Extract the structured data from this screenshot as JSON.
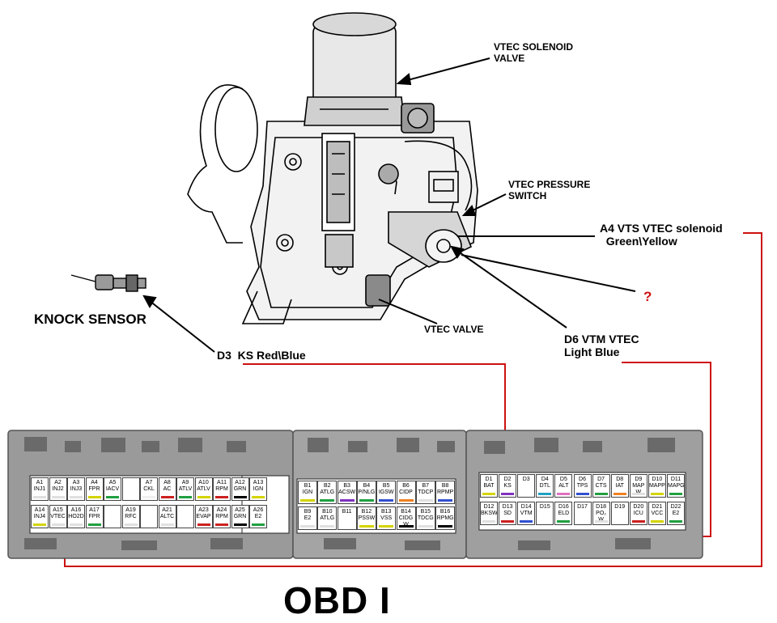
{
  "labels": {
    "vtec_solenoid_valve": "VTEC SOLENOID\nVALVE",
    "vtec_pressure_switch": "VTEC PRESSURE\nSWITCH",
    "knock_sensor": "KNOCK SENSOR",
    "vtec_valve": "VTEC VALVE",
    "a4_vts": "A4 VTS VTEC solenoid\n  Green\\Yellow",
    "question_mark": "?",
    "d6_vtm": "D6 VTM VTEC\nLight Blue",
    "d3_ks": "D3  KS Red\\Blue",
    "obd": "OBD I"
  },
  "colors": {
    "wire_line": "#cc1111",
    "connector_shell": "#9a9a9a",
    "question": "#d01010"
  },
  "connectors": {
    "A": [
      {
        "id": "A1",
        "name": "INJ1",
        "color": "#e0e0e0"
      },
      {
        "id": "A2",
        "name": "INJ2",
        "color": "#e0e0e0"
      },
      {
        "id": "A3",
        "name": "INJ3",
        "color": "#e0e0e0"
      },
      {
        "id": "A4",
        "name": "FPR",
        "color": "#d4d400"
      },
      {
        "id": "A5",
        "name": "IACV",
        "color": "#20a040"
      },
      {
        "id": "",
        "name": "",
        "color": ""
      },
      {
        "id": "A7",
        "name": "CKL",
        "color": "#f0f0f0"
      },
      {
        "id": "A8",
        "name": "AC",
        "color": "#cc2020"
      },
      {
        "id": "A9",
        "name": "ATLV",
        "color": "#20a040"
      },
      {
        "id": "A10",
        "name": "ATLV",
        "color": "#d4d400"
      },
      {
        "id": "A11",
        "name": "RPM",
        "color": "#cc2020"
      },
      {
        "id": "A12",
        "name": "GRN",
        "color": "#000000"
      },
      {
        "id": "A13",
        "name": "IGN",
        "color": "#d4d400"
      },
      {
        "id": "A14",
        "name": "INJ4",
        "color": "#d4d400"
      },
      {
        "id": "A15",
        "name": "VTEC",
        "color": "#e0e0e0"
      },
      {
        "id": "A16",
        "name": "HO2D",
        "color": "#e0e0e0"
      },
      {
        "id": "A17",
        "name": "FPR",
        "color": "#20a040"
      },
      {
        "id": "",
        "name": "",
        "color": ""
      },
      {
        "id": "A19",
        "name": "RFC",
        "color": "#e0e0e0"
      },
      {
        "id": "",
        "name": "",
        "color": ""
      },
      {
        "id": "A21",
        "name": "ALTC",
        "color": "#e0e0e0"
      },
      {
        "id": "",
        "name": "",
        "color": ""
      },
      {
        "id": "A23",
        "name": "EVAP",
        "color": "#cc2020"
      },
      {
        "id": "A24",
        "name": "RPM",
        "color": "#cc2020"
      },
      {
        "id": "A25",
        "name": "GRN",
        "color": "#000000"
      },
      {
        "id": "A26",
        "name": "E2",
        "color": "#20a040"
      }
    ],
    "B": [
      {
        "id": "B1",
        "name": "IGN",
        "color": "#d4d400"
      },
      {
        "id": "B2",
        "name": "ATLG",
        "color": "#20a040"
      },
      {
        "id": "B3",
        "name": "ACSW",
        "color": "#8030c0"
      },
      {
        "id": "B4",
        "name": "P/NLG",
        "color": "#20a040"
      },
      {
        "id": "B5",
        "name": "IGSW",
        "color": "#3050d0"
      },
      {
        "id": "B6",
        "name": "CIDP",
        "color": "#f08020"
      },
      {
        "id": "B7",
        "name": "TDCP",
        "color": "#e0e0e0"
      },
      {
        "id": "B8",
        "name": "RPMP",
        "color": "#3050d0"
      },
      {
        "id": "B9",
        "name": "E2",
        "color": "#e0e0e0"
      },
      {
        "id": "B10",
        "name": "ATLG",
        "color": "#e0e0e0"
      },
      {
        "id": "B11",
        "name": "",
        "color": ""
      },
      {
        "id": "B12",
        "name": "PSSW",
        "color": "#d4d400"
      },
      {
        "id": "B13",
        "name": "VSS",
        "color": "#d4d400"
      },
      {
        "id": "B14",
        "name": "CIDG\nW",
        "color": "#000000"
      },
      {
        "id": "B15",
        "name": "TDCG",
        "color": "#e0e0e0"
      },
      {
        "id": "B16",
        "name": "RPMG",
        "color": "#000000"
      }
    ],
    "D": [
      {
        "id": "D1",
        "name": "BAT",
        "color": "#d4d400"
      },
      {
        "id": "D2",
        "name": "KS",
        "color": "#8030c0"
      },
      {
        "id": "D3",
        "name": "",
        "color": ""
      },
      {
        "id": "D4",
        "name": "DTL",
        "color": "#20a0c0"
      },
      {
        "id": "D5",
        "name": "ALT",
        "color": "#e070c0"
      },
      {
        "id": "D6",
        "name": "TPS",
        "color": "#3050d0"
      },
      {
        "id": "D7",
        "name": "CTS",
        "color": "#20a040"
      },
      {
        "id": "D8",
        "name": "IAT",
        "color": "#f08020"
      },
      {
        "id": "D9",
        "name": "MAP\nW",
        "color": "#e0e0e0"
      },
      {
        "id": "D10",
        "name": "MAPP",
        "color": "#d4d400"
      },
      {
        "id": "D11",
        "name": "MAPG",
        "color": "#20a040"
      },
      {
        "id": "D12",
        "name": "BKSW",
        "color": "#e0e0e0"
      },
      {
        "id": "D13",
        "name": "SD",
        "color": "#cc2020"
      },
      {
        "id": "D14",
        "name": "VTM",
        "color": "#3050d0"
      },
      {
        "id": "D15",
        "name": "",
        "color": ""
      },
      {
        "id": "D16",
        "name": "ELD",
        "color": "#20a040"
      },
      {
        "id": "D17",
        "name": "",
        "color": ""
      },
      {
        "id": "D18",
        "name": "PO₂\nW",
        "color": "#e0e0e0"
      },
      {
        "id": "D19",
        "name": "",
        "color": ""
      },
      {
        "id": "D20",
        "name": "ICU",
        "color": "#cc2020"
      },
      {
        "id": "D21",
        "name": "VCC",
        "color": "#d4d400"
      },
      {
        "id": "D22",
        "name": "E2",
        "color": "#20a040"
      }
    ]
  }
}
